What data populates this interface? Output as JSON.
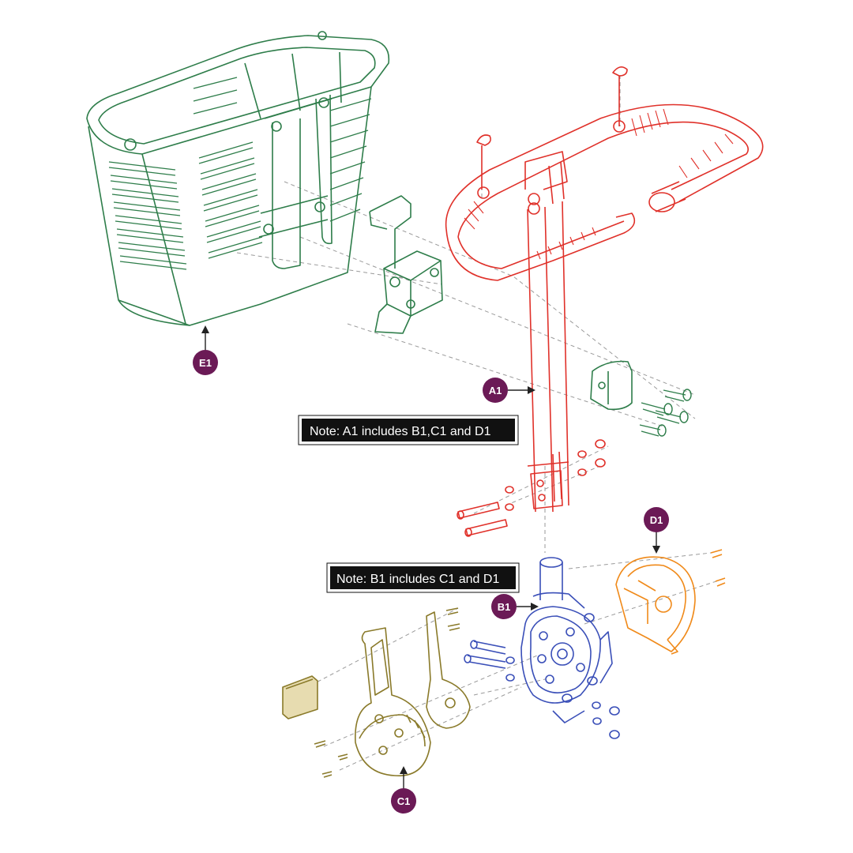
{
  "colors": {
    "basket": "#2e7d4a",
    "tiller": "#e0312a",
    "hub": "#3a4fb8",
    "cover_d1": "#f08a1a",
    "cover_c1": "#8a7a2a",
    "callout": "#6b1a56",
    "note_bg": "#111111"
  },
  "callouts": {
    "e1": "E1",
    "a1": "A1",
    "b1": "B1",
    "c1": "C1",
    "d1": "D1"
  },
  "notes": {
    "a1": "Note: A1 includes B1,C1 and D1",
    "b1": "Note: B1 includes C1 and D1"
  },
  "icons": {
    "basket": "front-basket-icon",
    "bracket": "basket-mount-bracket-icon",
    "tiller": "tiller-handlebar-icon",
    "hub": "tiller-hub-icon",
    "cover_d1": "rear-shroud-icon",
    "cover_c1": "front-shroud-icon"
  }
}
